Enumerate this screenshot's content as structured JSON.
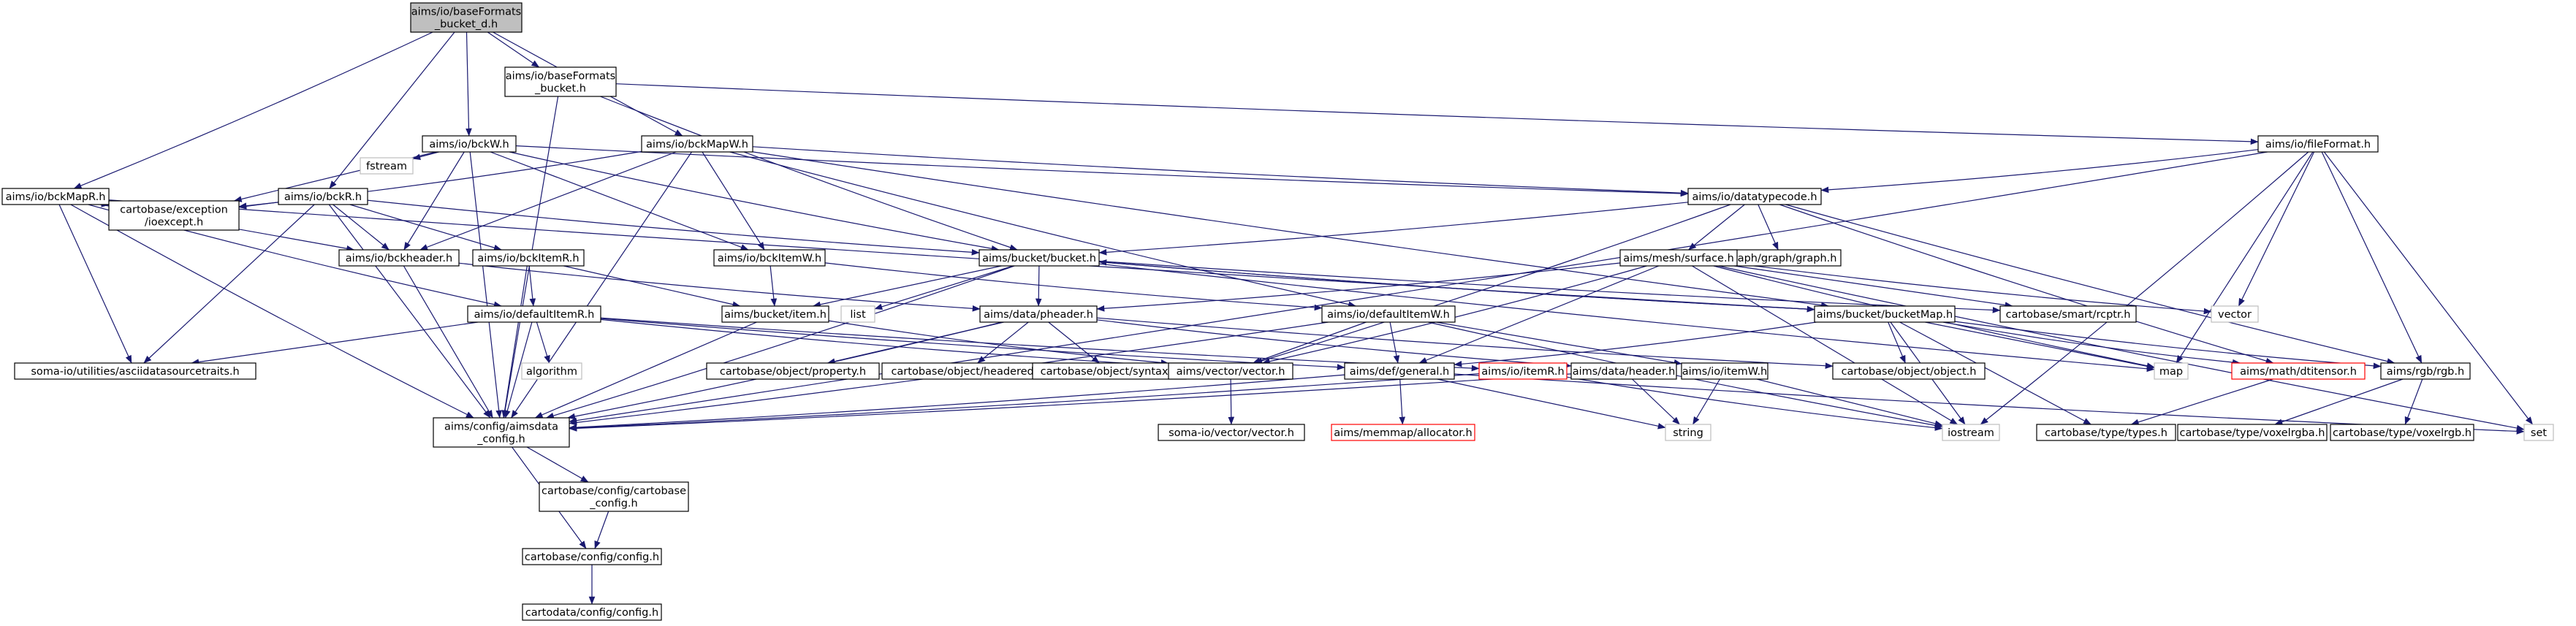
{
  "nodes": [
    {
      "id": "root",
      "label": [
        "aims/io/baseFormats",
        "_bucket_d.h"
      ],
      "kind": "root"
    },
    {
      "id": "bf_bucket",
      "label": [
        "aims/io/baseFormats",
        "_bucket.h"
      ],
      "kind": "normal"
    },
    {
      "id": "bckW",
      "label": [
        "aims/io/bckW.h"
      ],
      "kind": "normal"
    },
    {
      "id": "bckMapW",
      "label": [
        "aims/io/bckMapW.h"
      ],
      "kind": "normal"
    },
    {
      "id": "bckR",
      "label": [
        "aims/io/bckR.h"
      ],
      "kind": "normal"
    },
    {
      "id": "bckMapR",
      "label": [
        "aims/io/bckMapR.h"
      ],
      "kind": "normal"
    },
    {
      "id": "fileFormat",
      "label": [
        "aims/io/fileFormat.h"
      ],
      "kind": "normal"
    },
    {
      "id": "datatypecode",
      "label": [
        "aims/io/datatypecode.h"
      ],
      "kind": "normal"
    },
    {
      "id": "fstream",
      "label": [
        "fstream"
      ],
      "kind": "system"
    },
    {
      "id": "ioexcept",
      "label": [
        "cartobase/exception",
        "/ioexcept.h"
      ],
      "kind": "normal"
    },
    {
      "id": "bckheader",
      "label": [
        "aims/io/bckheader.h"
      ],
      "kind": "normal"
    },
    {
      "id": "bckItemR",
      "label": [
        "aims/io/bckItemR.h"
      ],
      "kind": "normal"
    },
    {
      "id": "bckItemW",
      "label": [
        "aims/io/bckItemW.h"
      ],
      "kind": "normal"
    },
    {
      "id": "bucket",
      "label": [
        "aims/bucket/bucket.h"
      ],
      "kind": "normal"
    },
    {
      "id": "ggraph",
      "label": [
        "graph/graph/graph.h"
      ],
      "kind": "normal"
    },
    {
      "id": "surface",
      "label": [
        "aims/mesh/surface.h"
      ],
      "kind": "normal"
    },
    {
      "id": "defaultItemR",
      "label": [
        "aims/io/defaultItemR.h"
      ],
      "kind": "normal"
    },
    {
      "id": "list",
      "label": [
        "list"
      ],
      "kind": "system"
    },
    {
      "id": "pheader",
      "label": [
        "aims/data/pheader.h"
      ],
      "kind": "normal"
    },
    {
      "id": "defaultItemW",
      "label": [
        "aims/io/defaultItemW.h"
      ],
      "kind": "normal"
    },
    {
      "id": "bucketMap",
      "label": [
        "aims/bucket/bucketMap.h"
      ],
      "kind": "normal"
    },
    {
      "id": "rcptr",
      "label": [
        "cartobase/smart/rcptr.h"
      ],
      "kind": "normal"
    },
    {
      "id": "vector",
      "label": [
        "vector"
      ],
      "kind": "system"
    },
    {
      "id": "item",
      "label": [
        "aims/bucket/item.h"
      ],
      "kind": "normal"
    },
    {
      "id": "asciids",
      "label": [
        "soma-io/utilities/asciidatasourcetraits.h"
      ],
      "kind": "normal"
    },
    {
      "id": "algorithm",
      "label": [
        "algorithm"
      ],
      "kind": "system"
    },
    {
      "id": "property",
      "label": [
        "cartobase/object/property.h"
      ],
      "kind": "normal"
    },
    {
      "id": "headered",
      "label": [
        "cartobase/object/headered.h"
      ],
      "kind": "normal"
    },
    {
      "id": "syntax",
      "label": [
        "cartobase/object/syntax.h"
      ],
      "kind": "normal"
    },
    {
      "id": "avector",
      "label": [
        "aims/vector/vector.h"
      ],
      "kind": "normal"
    },
    {
      "id": "general",
      "label": [
        "aims/def/general.h"
      ],
      "kind": "normal"
    },
    {
      "id": "itemR",
      "label": [
        "aims/io/itemR.h"
      ],
      "kind": "missing"
    },
    {
      "id": "dheader",
      "label": [
        "aims/data/header.h"
      ],
      "kind": "normal"
    },
    {
      "id": "itemW",
      "label": [
        "aims/io/itemW.h"
      ],
      "kind": "normal"
    },
    {
      "id": "cobject",
      "label": [
        "cartobase/object/object.h"
      ],
      "kind": "normal"
    },
    {
      "id": "map",
      "label": [
        "map"
      ],
      "kind": "system"
    },
    {
      "id": "dtitensor",
      "label": [
        "aims/math/dtitensor.h"
      ],
      "kind": "missing"
    },
    {
      "id": "rgb",
      "label": [
        "aims/rgb/rgb.h"
      ],
      "kind": "normal"
    },
    {
      "id": "aimsdata_config",
      "label": [
        "aims/config/aimsdata",
        "_config.h"
      ],
      "kind": "normal"
    },
    {
      "id": "string",
      "label": [
        "string"
      ],
      "kind": "system"
    },
    {
      "id": "iostream",
      "label": [
        "iostream"
      ],
      "kind": "system"
    },
    {
      "id": "types",
      "label": [
        "cartobase/type/types.h"
      ],
      "kind": "normal"
    },
    {
      "id": "voxelrgba",
      "label": [
        "cartobase/type/voxelrgba.h"
      ],
      "kind": "normal"
    },
    {
      "id": "voxelrgb",
      "label": [
        "cartobase/type/voxelrgb.h"
      ],
      "kind": "normal"
    },
    {
      "id": "set",
      "label": [
        "set"
      ],
      "kind": "system"
    },
    {
      "id": "somavector",
      "label": [
        "soma-io/vector/vector.h"
      ],
      "kind": "normal"
    },
    {
      "id": "allocator",
      "label": [
        "aims/memmap/allocator.h"
      ],
      "kind": "missing"
    },
    {
      "id": "cartobase_config",
      "label": [
        "cartobase/config/cartobase",
        "_config.h"
      ],
      "kind": "normal"
    },
    {
      "id": "cconfig",
      "label": [
        "cartobase/config/config.h"
      ],
      "kind": "normal"
    },
    {
      "id": "dconfig",
      "label": [
        "cartodata/config/config.h"
      ],
      "kind": "normal"
    }
  ]
}
